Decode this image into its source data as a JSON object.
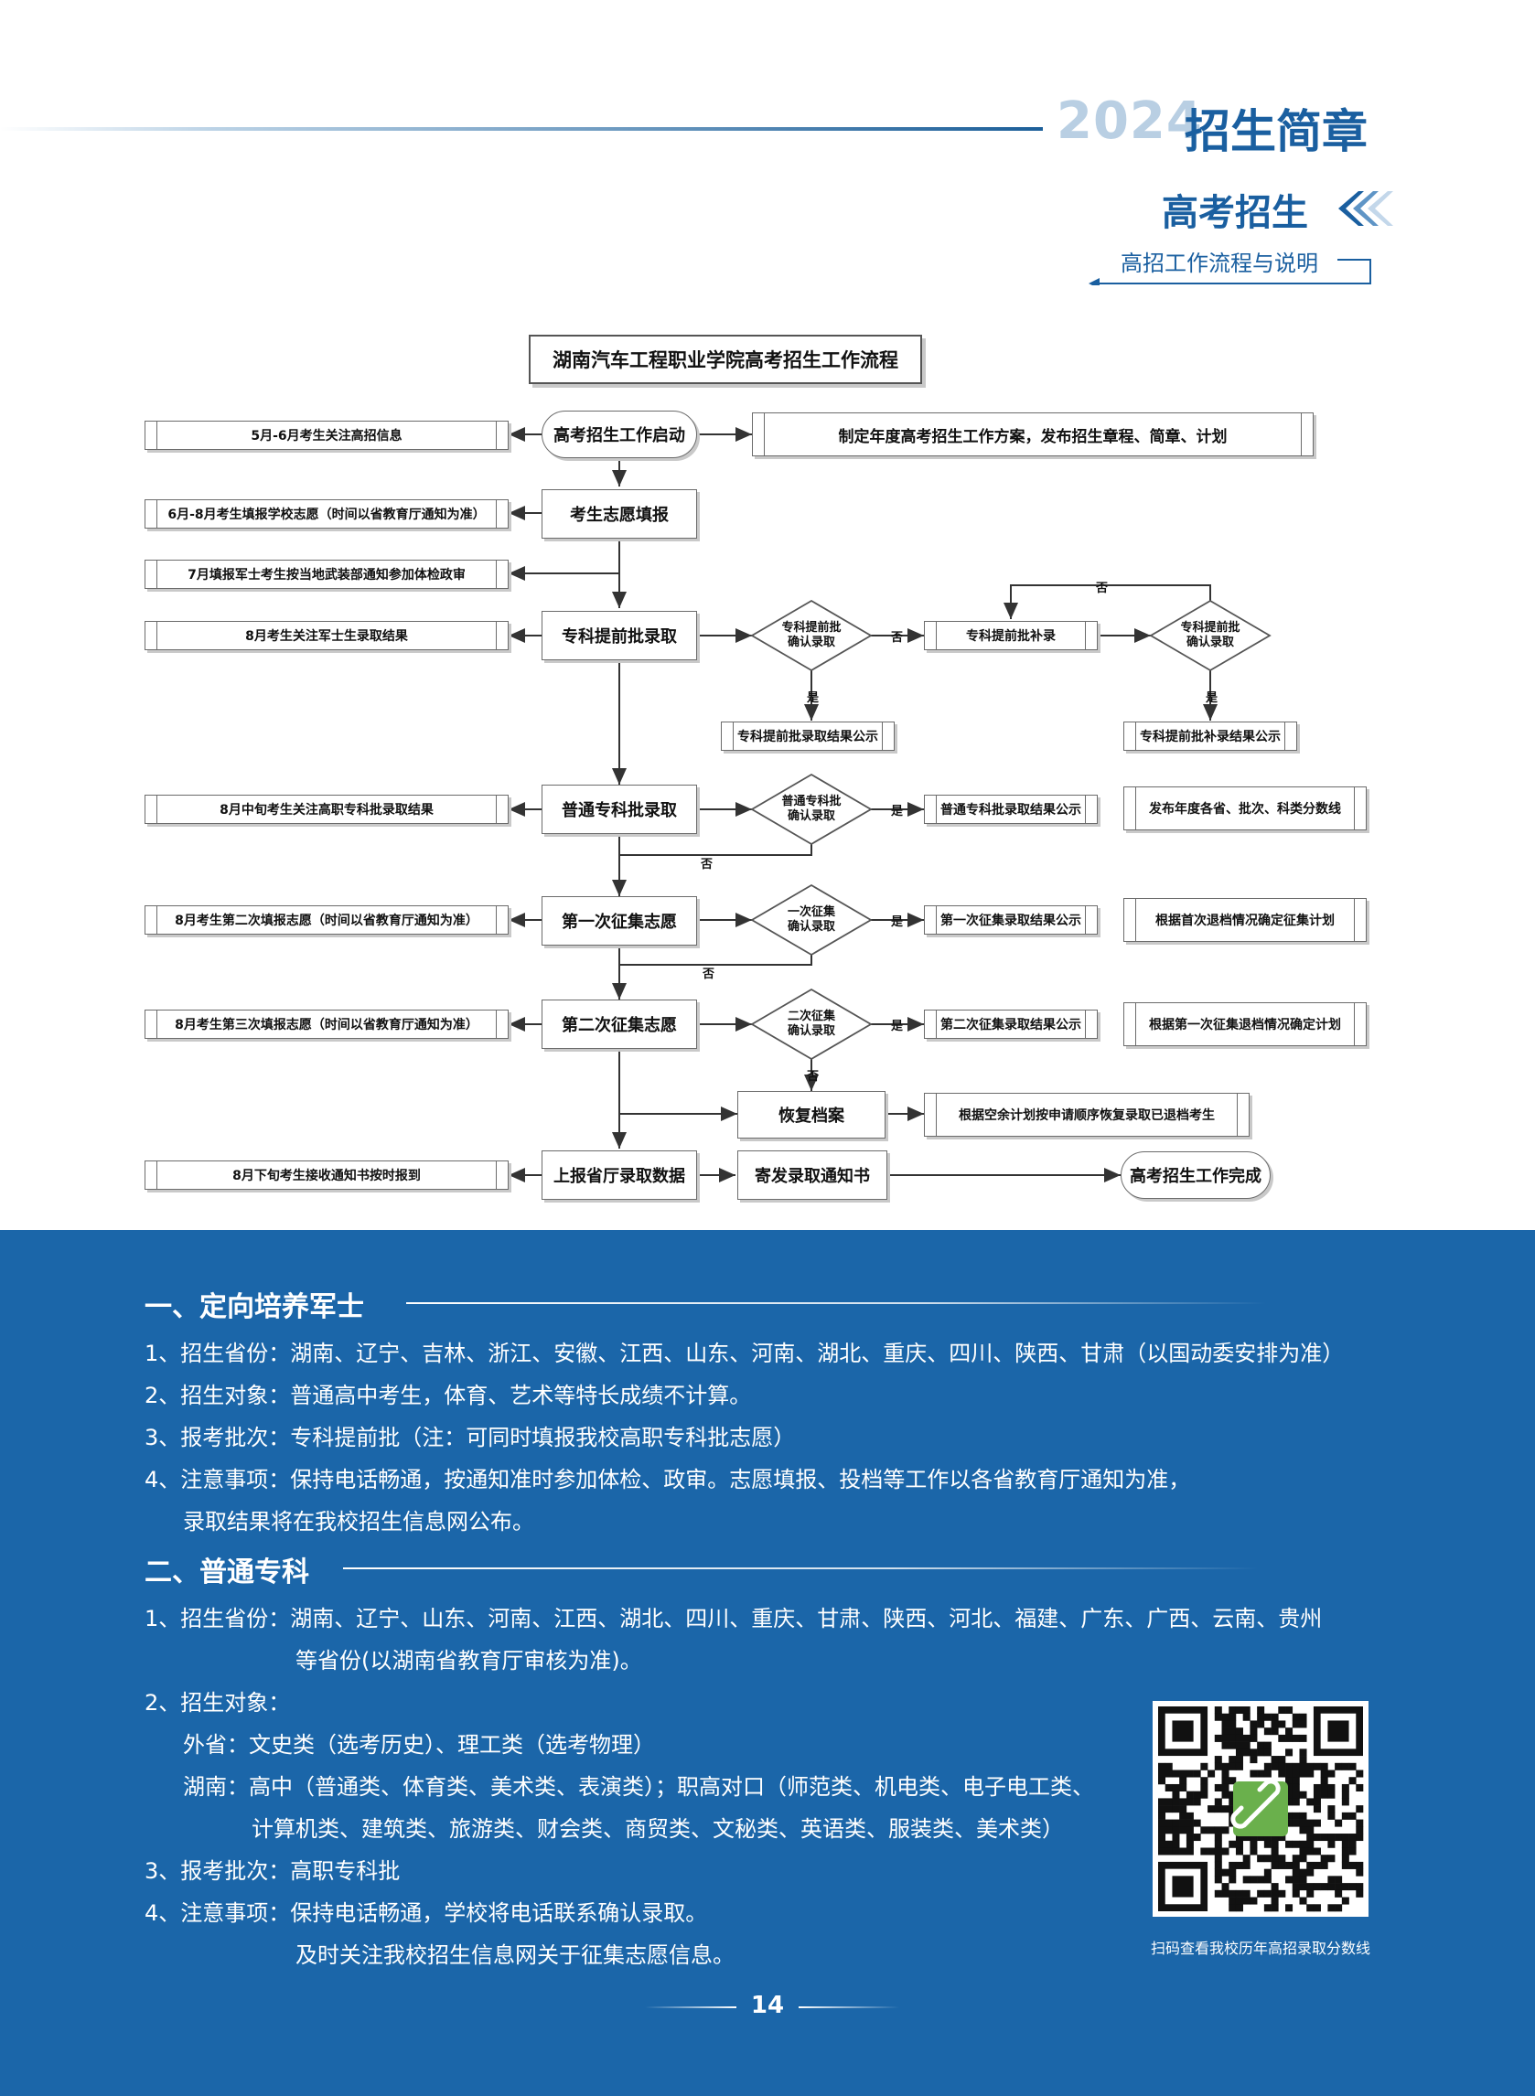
{
  "header": {
    "year": "2024",
    "title": "招生简章",
    "section": "高考招生",
    "subsection": "高招工作流程与说明"
  },
  "flow": {
    "title": "湖南汽车工程职业学院高考招生工作流程",
    "start": "高考招生工作启动",
    "plan": "制定年度高考招生工作方案，发布招生章程、简章、计划",
    "fill": "考生志愿填报",
    "early": "专科提前批录取",
    "early_check": "专科提前批\n确认录取",
    "early_supp": "专科提前批补录",
    "early_check2": "专科提前批\n确认录取",
    "early_result": "专科提前批录取结果公示",
    "early_supp_result": "专科提前批补录结果公示",
    "normal": "普通专科批录取",
    "normal_check": "普通专科批\n确认录取",
    "normal_result": "普通专科批录取结果公示",
    "normal_pub": "发布年度各省、批次、科类分数线",
    "first": "第一次征集志愿",
    "first_check": "一次征集\n确认录取",
    "first_result": "第一次征集录取结果公示",
    "first_plan": "根据首次退档情况确定征集计划",
    "second": "第二次征集志愿",
    "second_check": "二次征集\n确认录取",
    "second_result": "第二次征集录取结果公示",
    "second_plan": "根据第一次征集退档情况确定计划",
    "restore": "恢复档案",
    "restore_note": "根据空余计划按申请顺序恢复录取已退档考生",
    "report": "上报省厅录取数据",
    "send": "寄发录取通知书",
    "done": "高考招生工作完成",
    "left_notes": [
      "5月-6月考生关注高招信息",
      "6月-8月考生填报学校志愿（时间以省教育厅通知为准）",
      "7月填报军士考生按当地武装部通知参加体检政审",
      "8月考生关注军士生录取结果",
      "8月中旬考生关注高职专科批录取结果",
      "8月考生第二次填报志愿（时间以省教育厅通知为准）",
      "8月考生第三次填报志愿（时间以省教育厅通知为准）",
      "8月下旬考生接收通知书按时报到"
    ],
    "yes": "是",
    "no": "否"
  },
  "sec1": {
    "title": "一、定向培养军士",
    "l1": "1、招生省份：湖南、辽宁、吉林、浙江、安徽、江西、山东、河南、湖北、重庆、四川、陕西、甘肃（以国动委安排为准）",
    "l2": "2、招生对象：普通高中考生，体育、艺术等特长成绩不计算。",
    "l3": "3、报考批次：专科提前批（注：可同时填报我校高职专科批志愿）",
    "l4": "4、注意事项：保持电话畅通，按通知准时参加体检、政审。志愿填报、投档等工作以各省教育厅通知为准，",
    "l5": "录取结果将在我校招生信息网公布。"
  },
  "sec2": {
    "title": "二、普通专科",
    "l1": "1、招生省份：湖南、辽宁、山东、河南、江西、湖北、四川、重庆、甘肃、陕西、河北、福建、广东、广西、云南、贵州",
    "l2": "等省份(以湖南省教育厅审核为准)。",
    "l3": "2、招生对象：",
    "l4": "外省：文史类（选考历史）、理工类（选考物理）",
    "l5": "湖南：高中（普通类、体育类、美术类、表演类）；职高对口（师范类、机电类、电子电工类、",
    "l6": "计算机类、建筑类、旅游类、财会类、商贸类、文秘类、英语类、服装类、美术类）",
    "l7": "3、报考批次：高职专科批",
    "l8": "4、注意事项：保持电话畅通，学校将电话联系确认录取。",
    "l9": "及时关注我校招生信息网关于征集志愿信息。"
  },
  "qr_caption": "扫码查看我校历年高招录取分数线",
  "page_number": "14",
  "colors": {
    "brand": "#1a5fa0",
    "blue_bg": "#1b66a9",
    "year": "#b9cfe3",
    "qr_icon": "#6ab04c"
  }
}
